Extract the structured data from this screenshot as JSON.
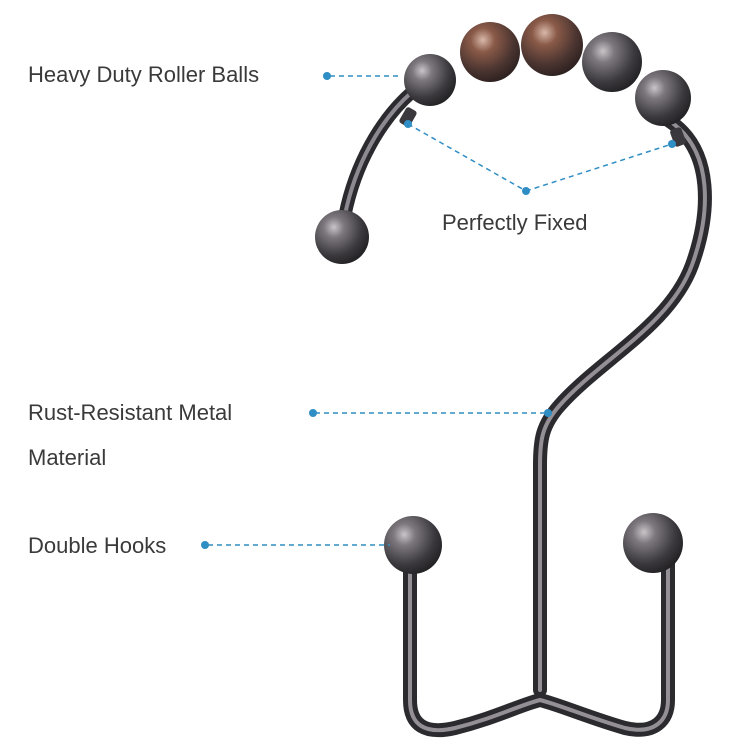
{
  "labels": {
    "roller_balls": "Heavy Duty Roller Balls",
    "perfectly_fixed": "Perfectly Fixed",
    "rust_resistant_line1": "Rust-Resistant Metal",
    "rust_resistant_line2": "Material",
    "double_hooks": "Double Hooks"
  },
  "colors": {
    "callout": "#2f8ec4",
    "text": "#3a3a3a",
    "metal_dark": "#3b3a3e",
    "metal_light": "#8e8a90",
    "bronze": "#7a4a3a"
  },
  "icons": {
    "product": "shower-curtain-roller-hook-icon"
  }
}
